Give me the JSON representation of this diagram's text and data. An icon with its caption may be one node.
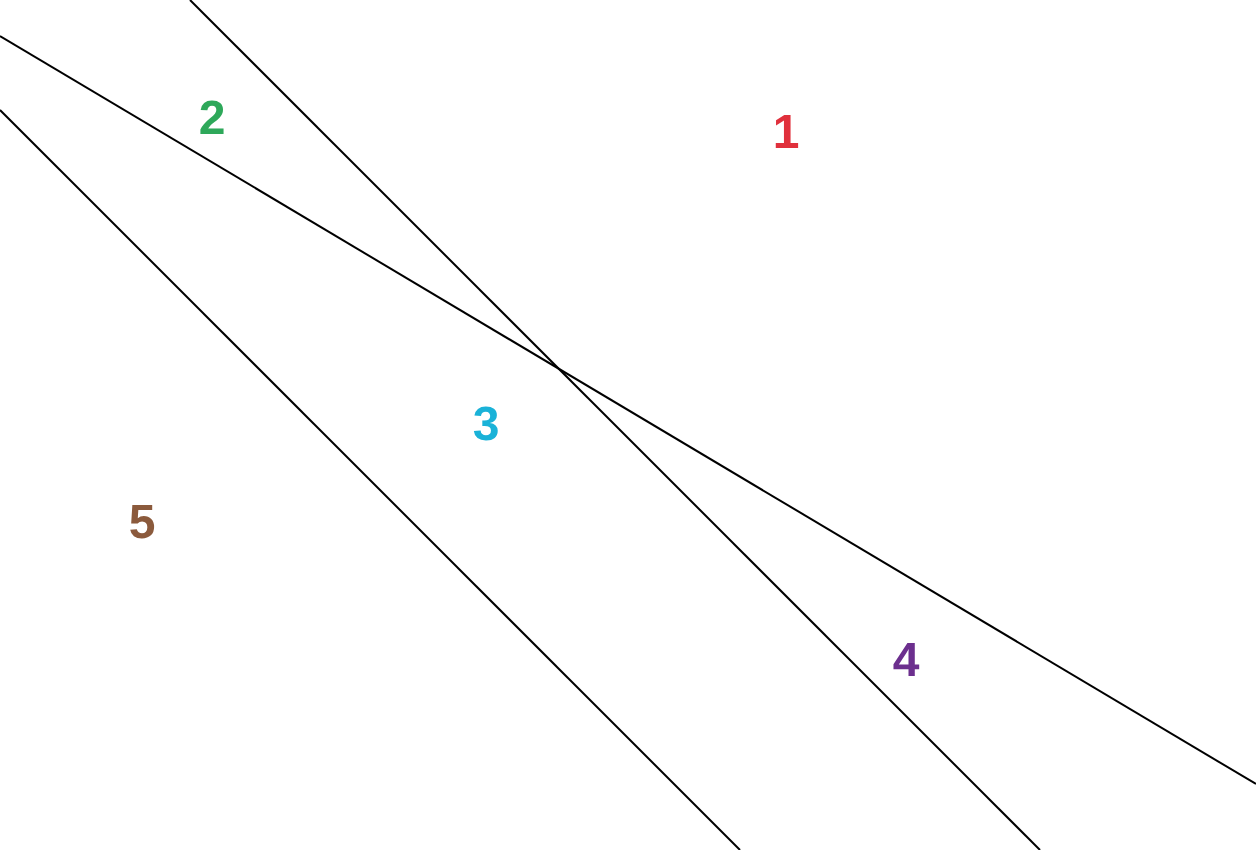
{
  "diagram": {
    "labels": [
      "2",
      "1",
      "3",
      "5",
      "4"
    ]
  }
}
